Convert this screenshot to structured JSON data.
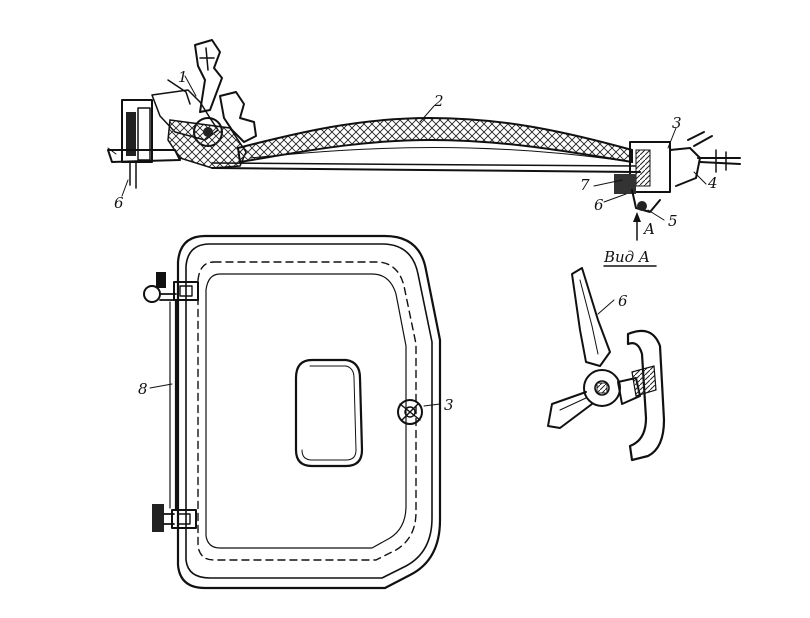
{
  "labels": {
    "l1": "1",
    "l2": "2",
    "l3": "3",
    "l4": "4",
    "l5": "5",
    "l6_left": "6",
    "l6_mid": "6",
    "l7": "7",
    "lA": "A",
    "view_a": "Вид A",
    "l6_view": "6",
    "l8": "8",
    "l3_door": "3"
  }
}
